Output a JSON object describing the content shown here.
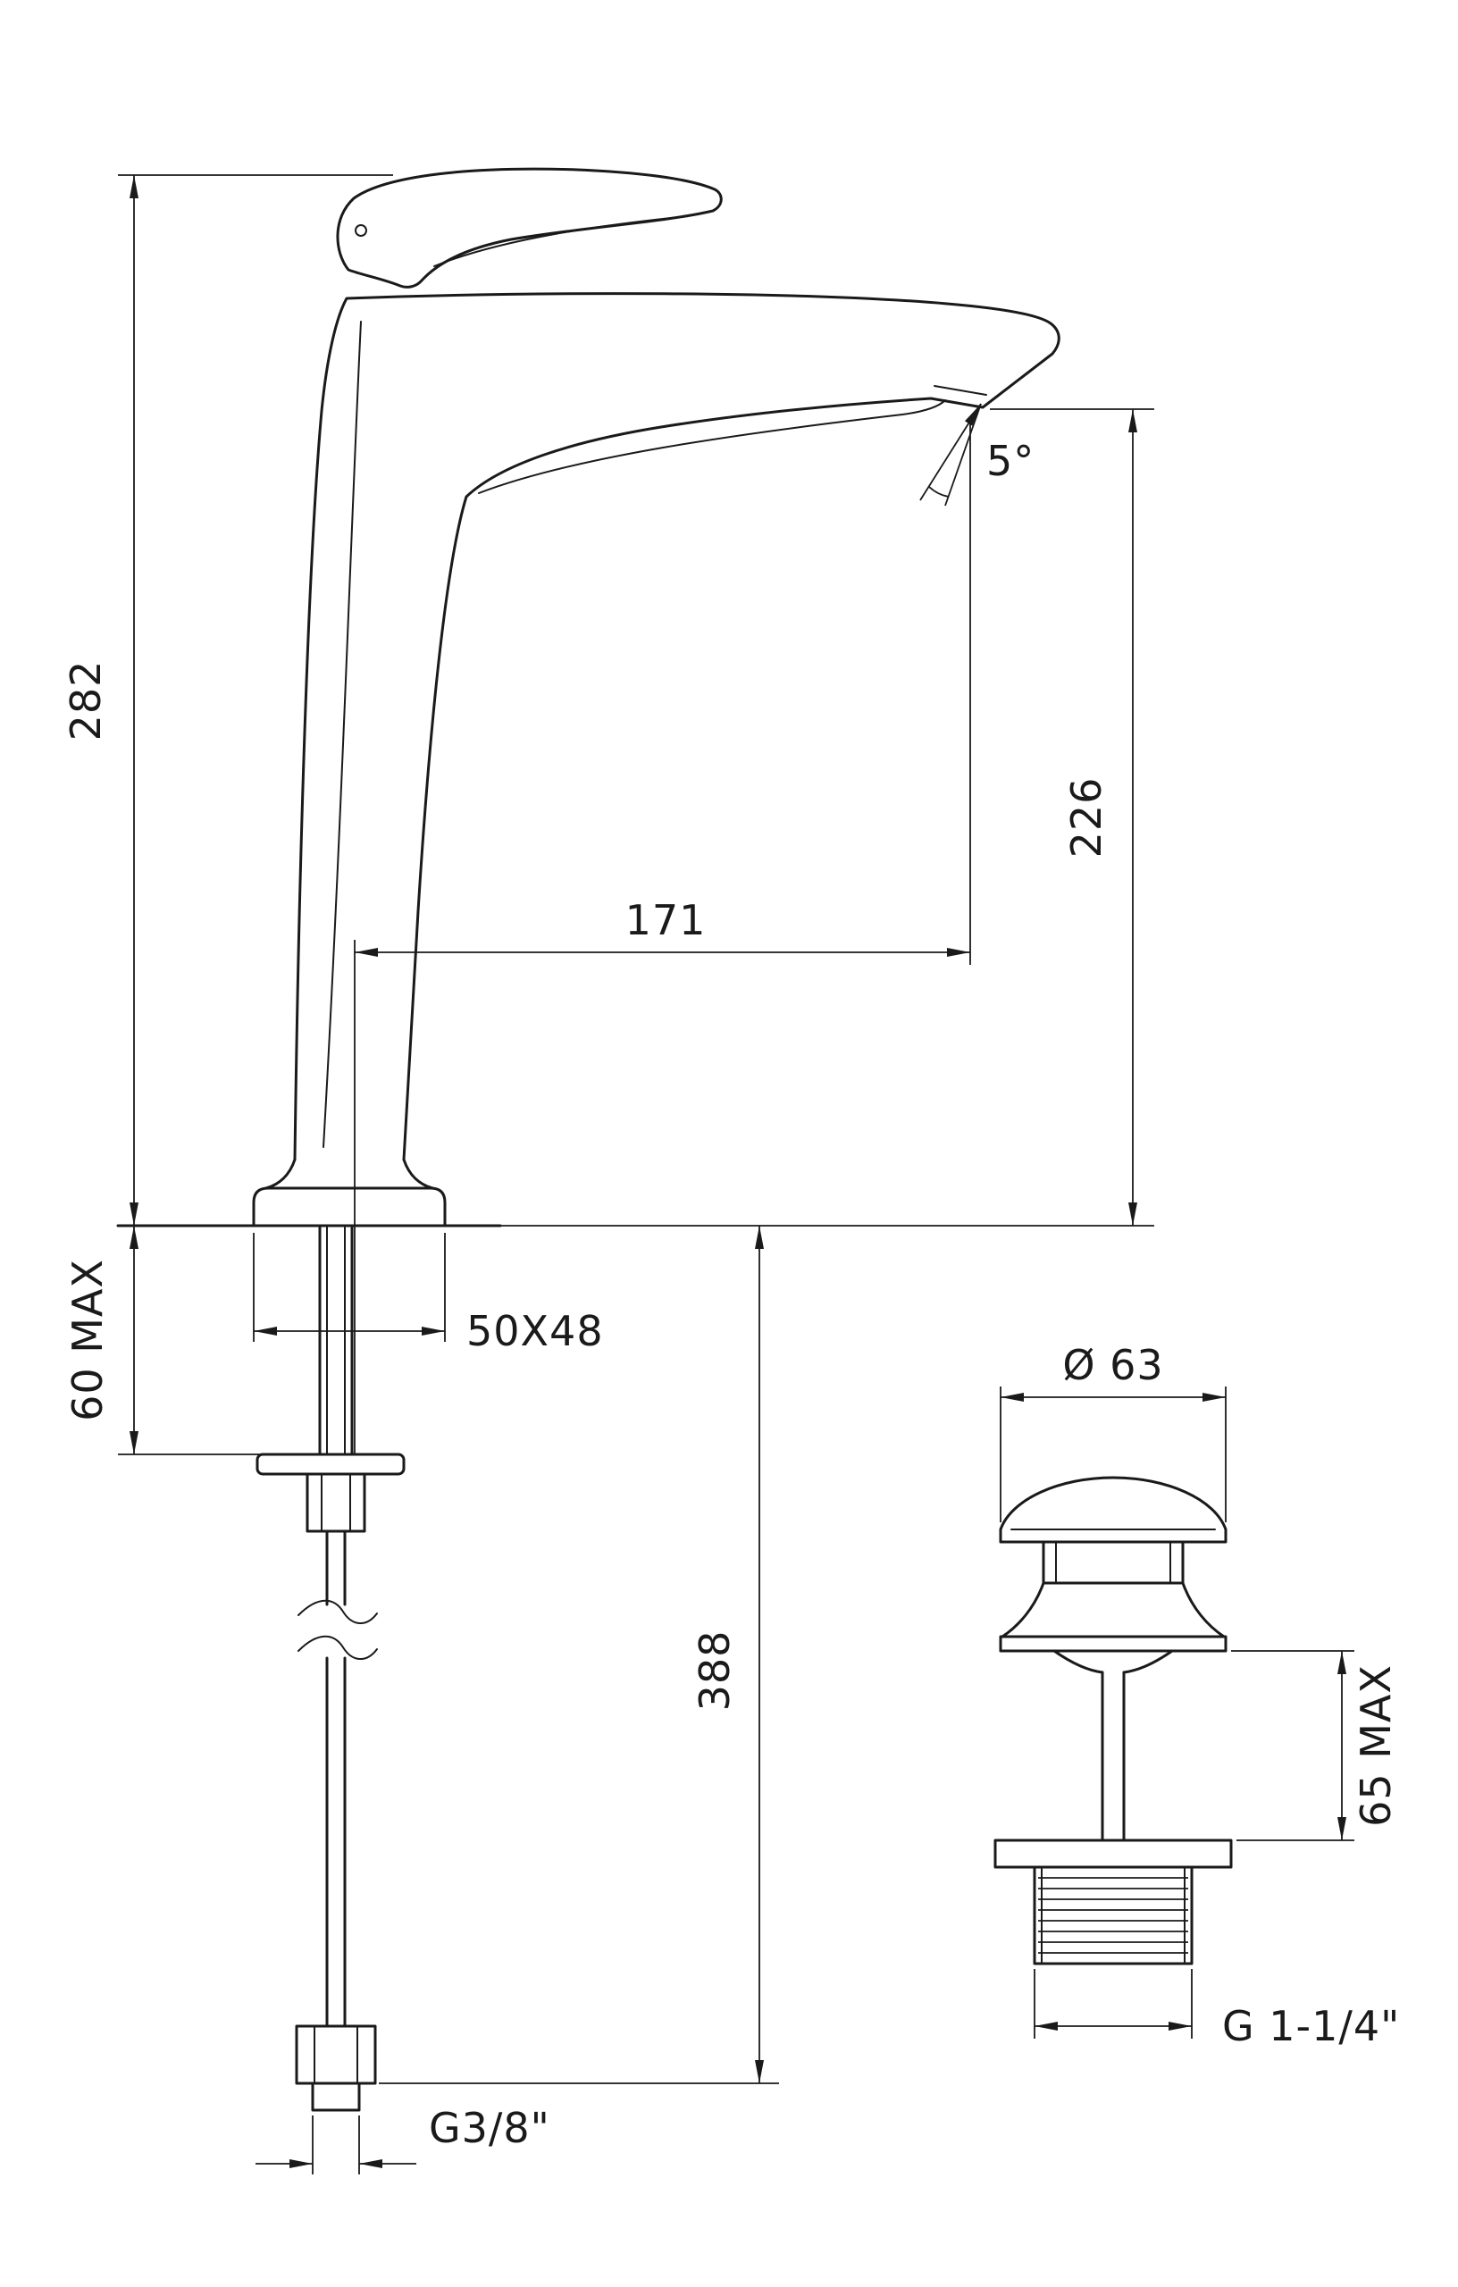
{
  "page": {
    "background": "#ffffff",
    "ink": "#1a1a1a"
  },
  "drawing": {
    "labels": {
      "height": "282",
      "spout_height": "226",
      "reach": "171",
      "angle": "5°",
      "deck_thickness": "60 MAX",
      "base": "50X48",
      "below_deck": "388",
      "supply_thread": "G3/8\"",
      "waste_diameter": "Ø 63",
      "waste_height": "65 MAX",
      "waste_thread": "G 1-1/4\""
    }
  }
}
